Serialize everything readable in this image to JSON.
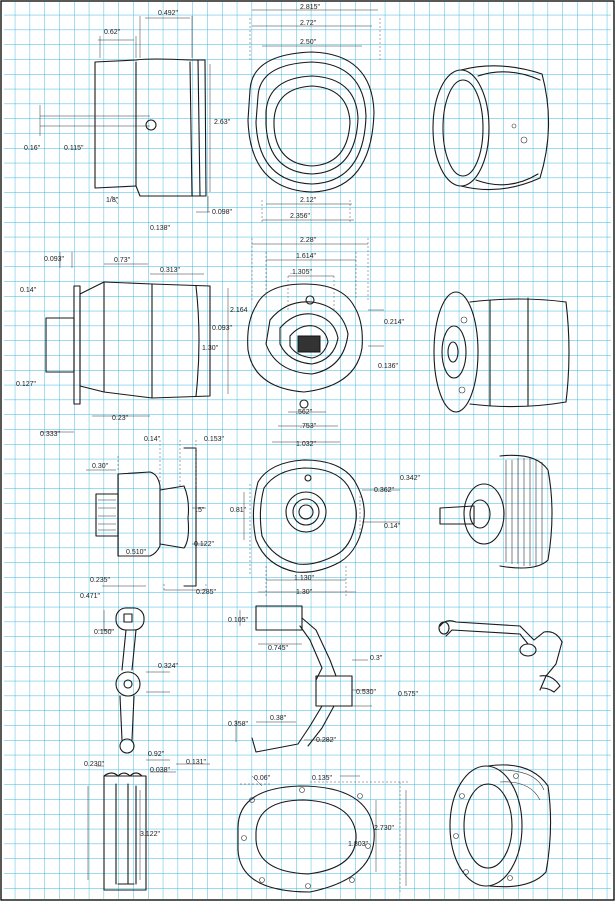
{
  "colors": {
    "grid": "#39b6e0",
    "ink": "#1a1a1a",
    "paper": "#ffffff"
  },
  "parts": {
    "housing": {
      "dims": [
        "0.62\"",
        "0.492\"",
        "2.815\"",
        "2.72\"",
        "2.50\"",
        "2.63\"",
        "0.16\"",
        "0.115\"",
        "1/8\"",
        "0.138\"",
        "0.098\"",
        "2.12\"",
        "2.356\""
      ]
    },
    "motor": {
      "dims": [
        "0.093\"",
        "0.73\"",
        "0.313\"",
        "0.14\"",
        "1.30\"",
        "0.093\"",
        "2.164",
        "0.127\"",
        "0.333\"",
        "0.23\"",
        "2.28\"",
        "1.614\"",
        ".1.305\"",
        "0.214\"",
        "0.136\"",
        ".562\"",
        ".753\"",
        "1.032\""
      ]
    },
    "gear": {
      "dims": [
        "0.14\"",
        "0.153\"",
        "0.30\"",
        ".5\"",
        "0.122\"",
        "0.510\"",
        "0.342\"",
        "0.362\"",
        "0.81\"",
        "0.14\"",
        "1.130\"",
        "1.30\"",
        "0.285\""
      ]
    },
    "crank": {
      "dims": [
        "0.235\"",
        "0.471\"",
        "0.150\"",
        "0.324\"",
        "0.105\"",
        "0.745\"",
        "0.3\"",
        "0.530\"",
        "0.575\"",
        "0.358\"",
        "0.38\"",
        "0.282\""
      ]
    },
    "cover": {
      "dims": [
        "0.230\"",
        "0.92\"",
        "0.038\"",
        "0.131\"",
        "3.122\"",
        "0.06\"",
        "0.135\"",
        "2.730\"",
        "1.803\""
      ]
    }
  }
}
